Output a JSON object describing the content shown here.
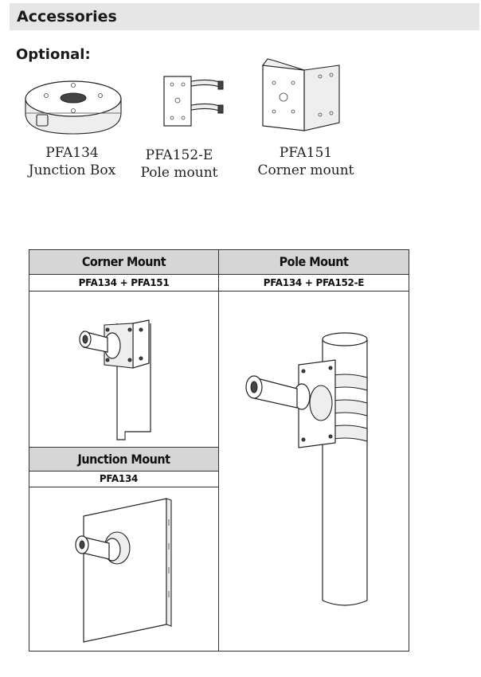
{
  "section": {
    "title": "Accessories"
  },
  "optional": {
    "label": "Optional:"
  },
  "products": [
    {
      "code": "PFA134",
      "name": "Junction Box"
    },
    {
      "code": "PFA152-E",
      "name": "Pole mount"
    },
    {
      "code": "PFA151",
      "name": "Corner mount"
    }
  ],
  "mounts": {
    "corner": {
      "title": "Corner Mount",
      "combo": "PFA134 + PFA151"
    },
    "pole": {
      "title": "Pole Mount",
      "combo": "PFA134 + PFA152-E"
    },
    "junction": {
      "title": "Junction Mount",
      "combo": "PFA134"
    }
  },
  "icons": [
    "junction-box-icon",
    "pole-mount-bracket-icon",
    "corner-mount-bracket-icon",
    "camera-icon"
  ]
}
